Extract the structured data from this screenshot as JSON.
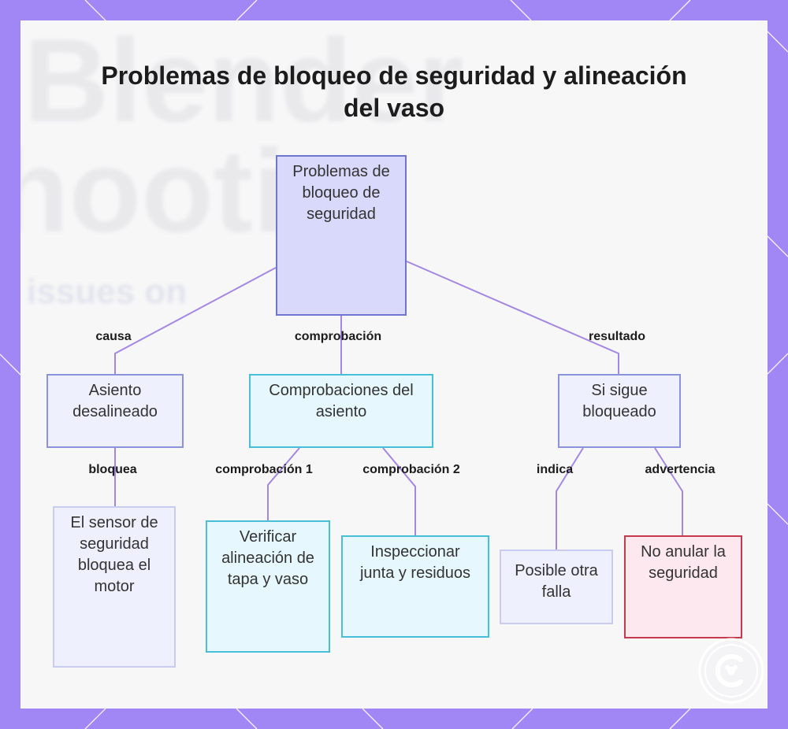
{
  "title": "Problemas de bloqueo de seguridad y alineación del vaso",
  "background_words": [
    "Blender",
    "hootin",
    "issues on"
  ],
  "nodes": {
    "root": "Problemas de bloqueo de seguridad",
    "asiento": "Asiento desalineado",
    "comprobaciones": "Comprobaciones del asiento",
    "sigue": "Si sigue bloqueado",
    "sensor": "El sensor de seguridad bloquea el motor",
    "verificar": "Verificar alineación de tapa y vaso",
    "inspeccionar": "Inspeccionar junta y residuos",
    "posible": "Posible otra falla",
    "no_anular": "No anular la seguridad"
  },
  "edges": {
    "causa": "causa",
    "comprobacion": "comprobación",
    "resultado": "resultado",
    "bloquea": "bloquea",
    "comprobacion1": "comprobación 1",
    "comprobacion2": "comprobación 2",
    "indica": "indica",
    "advertencia": "advertencia"
  },
  "colors": {
    "frame": "#a187f5",
    "edge": "#a487e3",
    "root_fill": "#d8d9fb",
    "cyan_border": "#47bfd6",
    "warning_border": "#c63a4d"
  },
  "icons": {
    "logo": "brand-logo-icon"
  }
}
